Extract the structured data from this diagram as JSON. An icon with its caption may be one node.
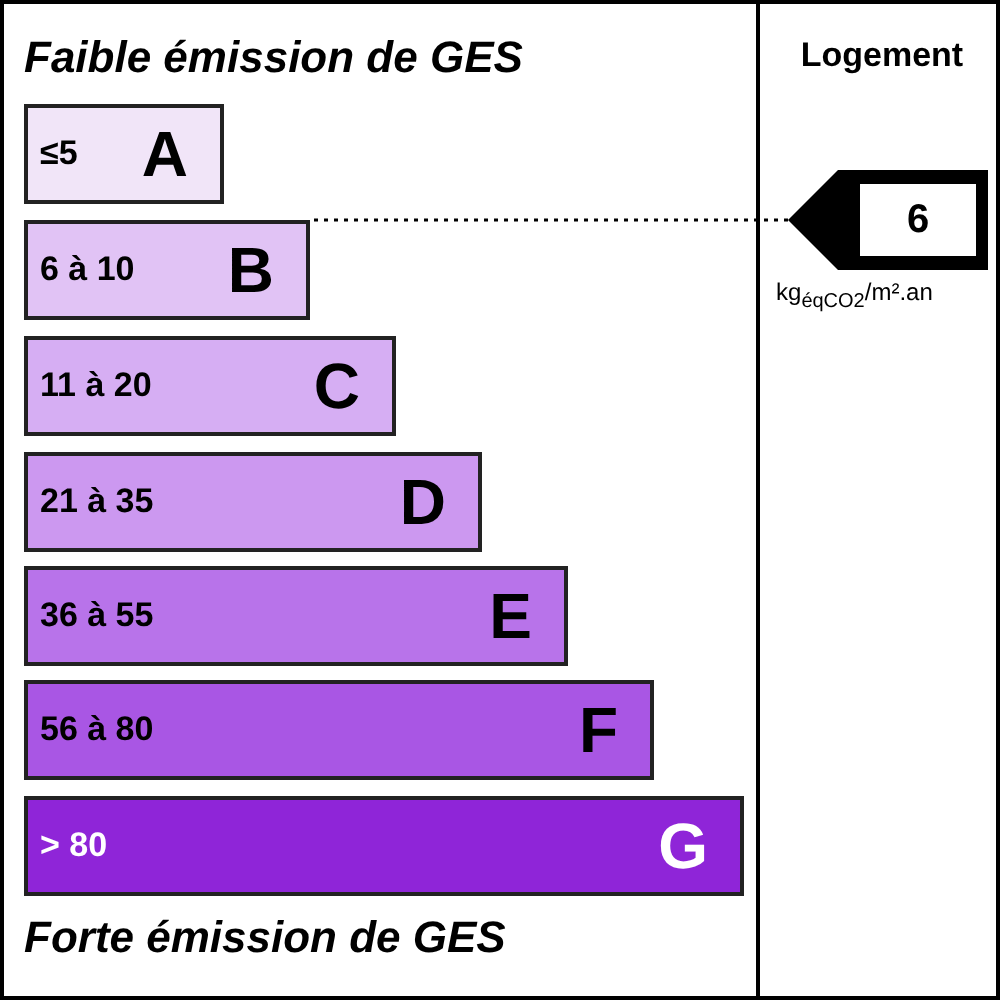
{
  "diagram": {
    "title": "Faible émission de GES",
    "nodes": [
      {
        "text": [
          "≤5",
          "A"
        ]
      },
      {
        "text": [
          "6 à 10",
          "B"
        ]
      },
      {
        "text": [
          "11 à 20",
          "C"
        ]
      },
      {
        "text": [
          "21 à 35",
          "D"
        ]
      },
      {
        "text": [
          "36 à 55",
          "E"
        ]
      },
      {
        "text": [
          "56 à 80",
          "F"
        ]
      },
      {
        "text": [
          "> 80",
          "G"
        ]
      },
      {
        "text": [
          "Logement"
        ]
      },
      {
        "text": [
          "6"
        ],
        "in": 7,
        "beside": [
          "kg$_{éqCO2}$/m².an"
        ]
      }
    ],
    "edges": [
      {
        "from": 8,
        "to": 1,
        "arrow": "none",
        "style": "dashed"
      }
    ],
    "labels": [
      "Forte émission de GES"
    ]
  }
}
